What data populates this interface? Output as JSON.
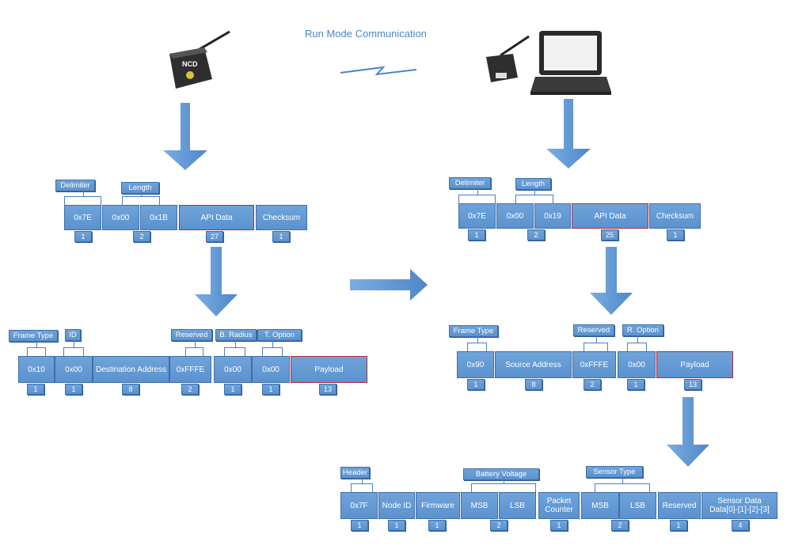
{
  "title": "Run Mode Communication",
  "colors": {
    "box_fill": "#5b92cf",
    "highlight_border": "#b02a3a",
    "arrow": "#5b92cf"
  },
  "icons": [
    "sensor-device-icon",
    "gateway-laptop-icon",
    "wireless-bolt-icon"
  ],
  "tx_frame": {
    "cells": [
      {
        "text": "0x7E",
        "size": "1",
        "group": "Delimiter"
      },
      {
        "text": "0x00",
        "size": "",
        "group": "Length"
      },
      {
        "text": "0x1B",
        "size": "2",
        "group": "Length"
      },
      {
        "text": "API Data",
        "size": "27",
        "highlight": true
      },
      {
        "text": "Checksum",
        "size": "1"
      }
    ],
    "labels": [
      "Delimiter",
      "Length"
    ]
  },
  "rx_frame": {
    "cells": [
      {
        "text": "0x7E",
        "size": "1"
      },
      {
        "text": "0x00",
        "size": ""
      },
      {
        "text": "0x19",
        "size": "2"
      },
      {
        "text": "API Data",
        "size": "25",
        "highlight": true
      },
      {
        "text": "Checksum",
        "size": "1"
      }
    ],
    "labels": [
      "Delimiter",
      "Length"
    ]
  },
  "tx_api": {
    "cells": [
      {
        "text": "0x10",
        "size": "1"
      },
      {
        "text": "0x00",
        "size": "1"
      },
      {
        "text": "Destination Address",
        "size": "8"
      },
      {
        "text": "0xFFFE",
        "size": "2"
      },
      {
        "text": "0x00",
        "size": "1"
      },
      {
        "text": "0x00",
        "size": "1"
      },
      {
        "text": "Payload",
        "size": "13",
        "highlight": true
      }
    ],
    "labels": [
      "Frame Type",
      "ID",
      "Reserved",
      "B. Radius",
      "T. Option"
    ]
  },
  "rx_api": {
    "cells": [
      {
        "text": "0x90",
        "size": "1"
      },
      {
        "text": "Source Address",
        "size": "8"
      },
      {
        "text": "0xFFFE",
        "size": "2"
      },
      {
        "text": "0x00",
        "size": "1"
      },
      {
        "text": "Payload",
        "size": "13",
        "highlight": true
      }
    ],
    "labels": [
      "Frame Type",
      "Reserved",
      "R. Option"
    ]
  },
  "payload": {
    "cells": [
      {
        "text": "0x7F",
        "size": "1"
      },
      {
        "text": "Node ID",
        "size": "1"
      },
      {
        "text": "Firmware",
        "size": "1"
      },
      {
        "text": "MSB",
        "size": ""
      },
      {
        "text": "LSB",
        "size": "2"
      },
      {
        "text": "Packet Counter",
        "size": "1"
      },
      {
        "text": "MSB",
        "size": ""
      },
      {
        "text": "LSB",
        "size": "2"
      },
      {
        "text": "Reserved",
        "size": "1"
      },
      {
        "text": "Sensor Data Data[0]-[1]-[2]-[3]",
        "size": "4"
      }
    ],
    "labels": [
      "Header",
      "Battery Voltage",
      "Sensor Type"
    ]
  }
}
